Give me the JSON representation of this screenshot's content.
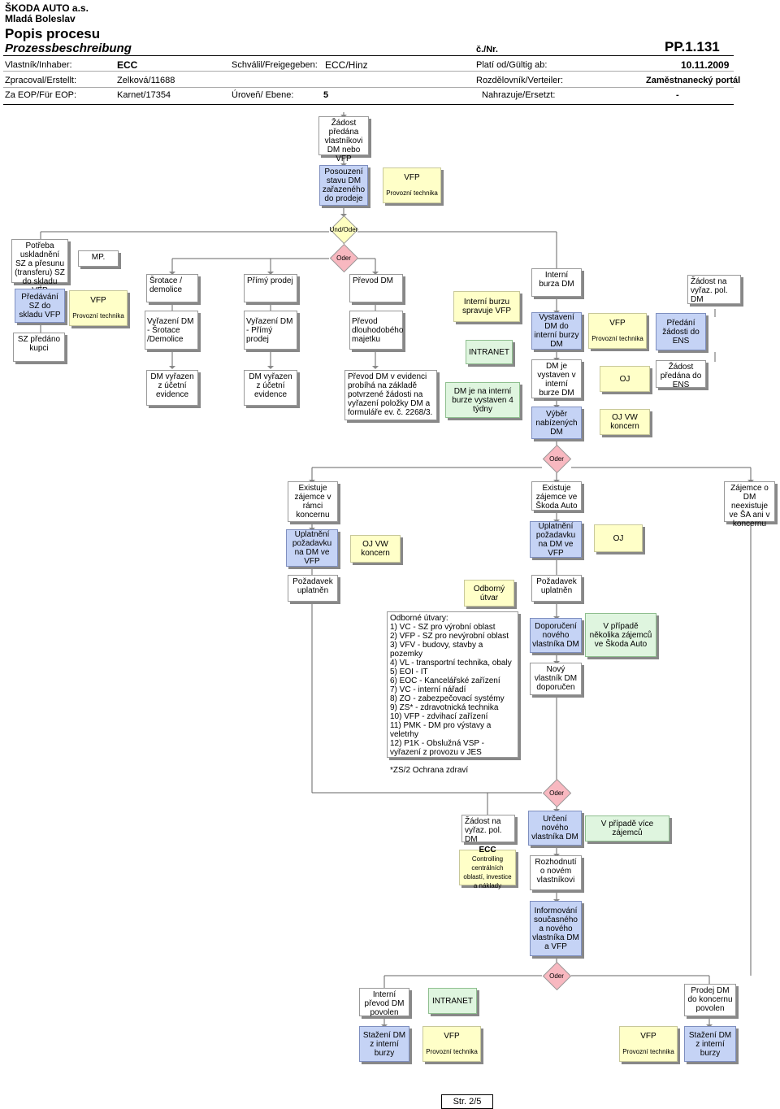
{
  "header": {
    "company": "ŠKODA AUTO a.s.",
    "location": "Mladá Boleslav",
    "title": "Popis procesu",
    "subtitle": "Prozessbeschreibung",
    "cnr_label": "č./Nr.",
    "doc_number": "PP.1.131",
    "owner_label": "Vlastník/Inhaber:",
    "owner_value": "ECC",
    "approved_label": "Schválil/Freigegeben:",
    "approved_value": "ECC/Hinz",
    "valid_label": "Platí od/Gültig ab:",
    "valid_value": "10.11.2009",
    "processed_label": "Zpracoval/Erstellt:",
    "processed_value": "Zelková/11688",
    "distribution_label": "Rozdělovník/Verteiler:",
    "distribution_value": "Zaměstnanecký portál",
    "eop_label": "Za EOP/Für EOP:",
    "eop_value": "Karnet/17354",
    "level_label": "Úroveň/ Ebene:",
    "level_value": "5",
    "replaces_label": "Nahrazuje/Ersetzt:",
    "replaces_value": "-"
  },
  "diagram": {
    "n_request_owner": "Žádost předána vlastníkovi DM nebo VFP",
    "n_assess": "Posouzení stavu DM zařazeného do prodeje",
    "vfp": "VFP",
    "prov_tech": "Provozní technika",
    "und_oder": "Und/Oder",
    "oder": "Oder",
    "n_need_storage": "Potřeba uskladnění SZ a přesunu (transferu) SZ do skladu VFP",
    "n_handover_sz": "Předávání SZ do skladu VFP",
    "n_sz_sold": "SZ předáno kupci",
    "n_mp": "MP.",
    "n_scrap": "Šrotace / demolice",
    "n_scrap_act": "Vyřazení DM - Šrotace /Demolice",
    "n_scrap_out": "DM vyřazen z účetní evidence",
    "n_direct_sale": "Přímý prodej",
    "n_direct_act": "Vyřazení DM - Přímý prodej",
    "n_direct_out": "DM vyřazen z účetní evidence",
    "n_transfer": "Převod DM",
    "n_transfer_act": "Převod dlouhodobého majetku",
    "n_transfer_note": "Převod DM v evidenci probíhá na základě potvrzené žádosti na vyřazení položky DM a formuláře ev. č. 2268/3.",
    "n_internal_market": "Interní burzu spravuje VFP",
    "n_intranet": "INTRANET",
    "n_dm_listed": "DM je na interní burze vystaven 4 týdny",
    "n_internal_burza": "Interní burza DM",
    "n_display": "Vystavení DM do interní burzy DM",
    "n_dm_displayed": "DM je vystaven v interní burze DM",
    "n_select": "Výběr nabízených DM",
    "n_oj": "OJ",
    "n_oj_vw": "OJ VW koncern",
    "n_handover_req": "Předání žádosti do ENS",
    "n_req_ens": "Žádost předána do ENS",
    "n_req_disposal": "Žádost na vyřaz. pol. DM",
    "n_exists_concern": "Existuje zájemce v rámci koncernu",
    "n_claim_vfp": "Uplatnění požadavku na DM ve VFP",
    "n_oj_vw2": "OJ VW koncern",
    "n_req_applied": "Požadavek uplatněn",
    "n_exists_skoda": "Existuje zájemce ve Škoda Auto",
    "n_claim_vfp2": "Uplatnění požadavku na DM ve VFP",
    "n_oj2": "OJ",
    "n_req_applied2": "Požadavek uplatněn",
    "n_no_interest": "Zájemce o DM neexistuje ve ŠA ani v koncernu",
    "n_expert": "Odborný útvar",
    "expert_list": [
      "Odborné útvary:",
      "1) VC - SZ pro výrobní oblast",
      "2) VFP - SZ pro nevýrobní oblast",
      "3) VFV - budovy, stavby a pozemky",
      "4) VL - transportní technika, obaly",
      "5) EOI - IT",
      "6) EOC - Kancelářské zařízení",
      "7) VC - interní nářadí",
      "8) ZO - zabezpečovací systémy",
      "9) ZS* - zdravotnická technika",
      "10) VFP - zdvihací zařízení",
      "11) PMK - DM pro výstavy a veletrhy",
      "12) P1K - Obslužná VSP - vyřazení z provozu v JES",
      "",
      "*ZS/2 Ochrana zdraví"
    ],
    "n_recommend": "Doporučení nového vlastníka DM",
    "n_multi_interest": "V případě několika zájemců ve Škoda Auto",
    "n_new_owner_rec": "Nový vlastník DM doporučen",
    "n_req_disposal2": "Žádost na vyřaz. pol. DM",
    "n_ecc": "ECC",
    "n_ecc_sub": "Controlling centrálních oblastí, investice a náklady",
    "n_determine_owner": "Určení nového vlastníka DM",
    "n_more_interest": "V případě více zájemců",
    "n_decide_owner": "Rozhodnutí o novém vlastníkovi",
    "n_inform": "Informování současného a nového vlastníka DM a VFP",
    "n_internal_transfer": "Interní převod DM povolen",
    "n_intranet2": "INTRANET",
    "n_concern_sale": "Prodej DM do koncernu povolen",
    "n_withdraw": "Stažení DM z interní burzy",
    "n_withdraw2": "Stažení DM z interní burzy",
    "page": "Str. 2/5"
  },
  "colors": {
    "function_blue": "#c5d3f5",
    "org_yellow": "#ffffc8",
    "note_yellow": "#ffff00",
    "operator_pink": "#f8b8c0",
    "system_green": "#dff5df"
  }
}
